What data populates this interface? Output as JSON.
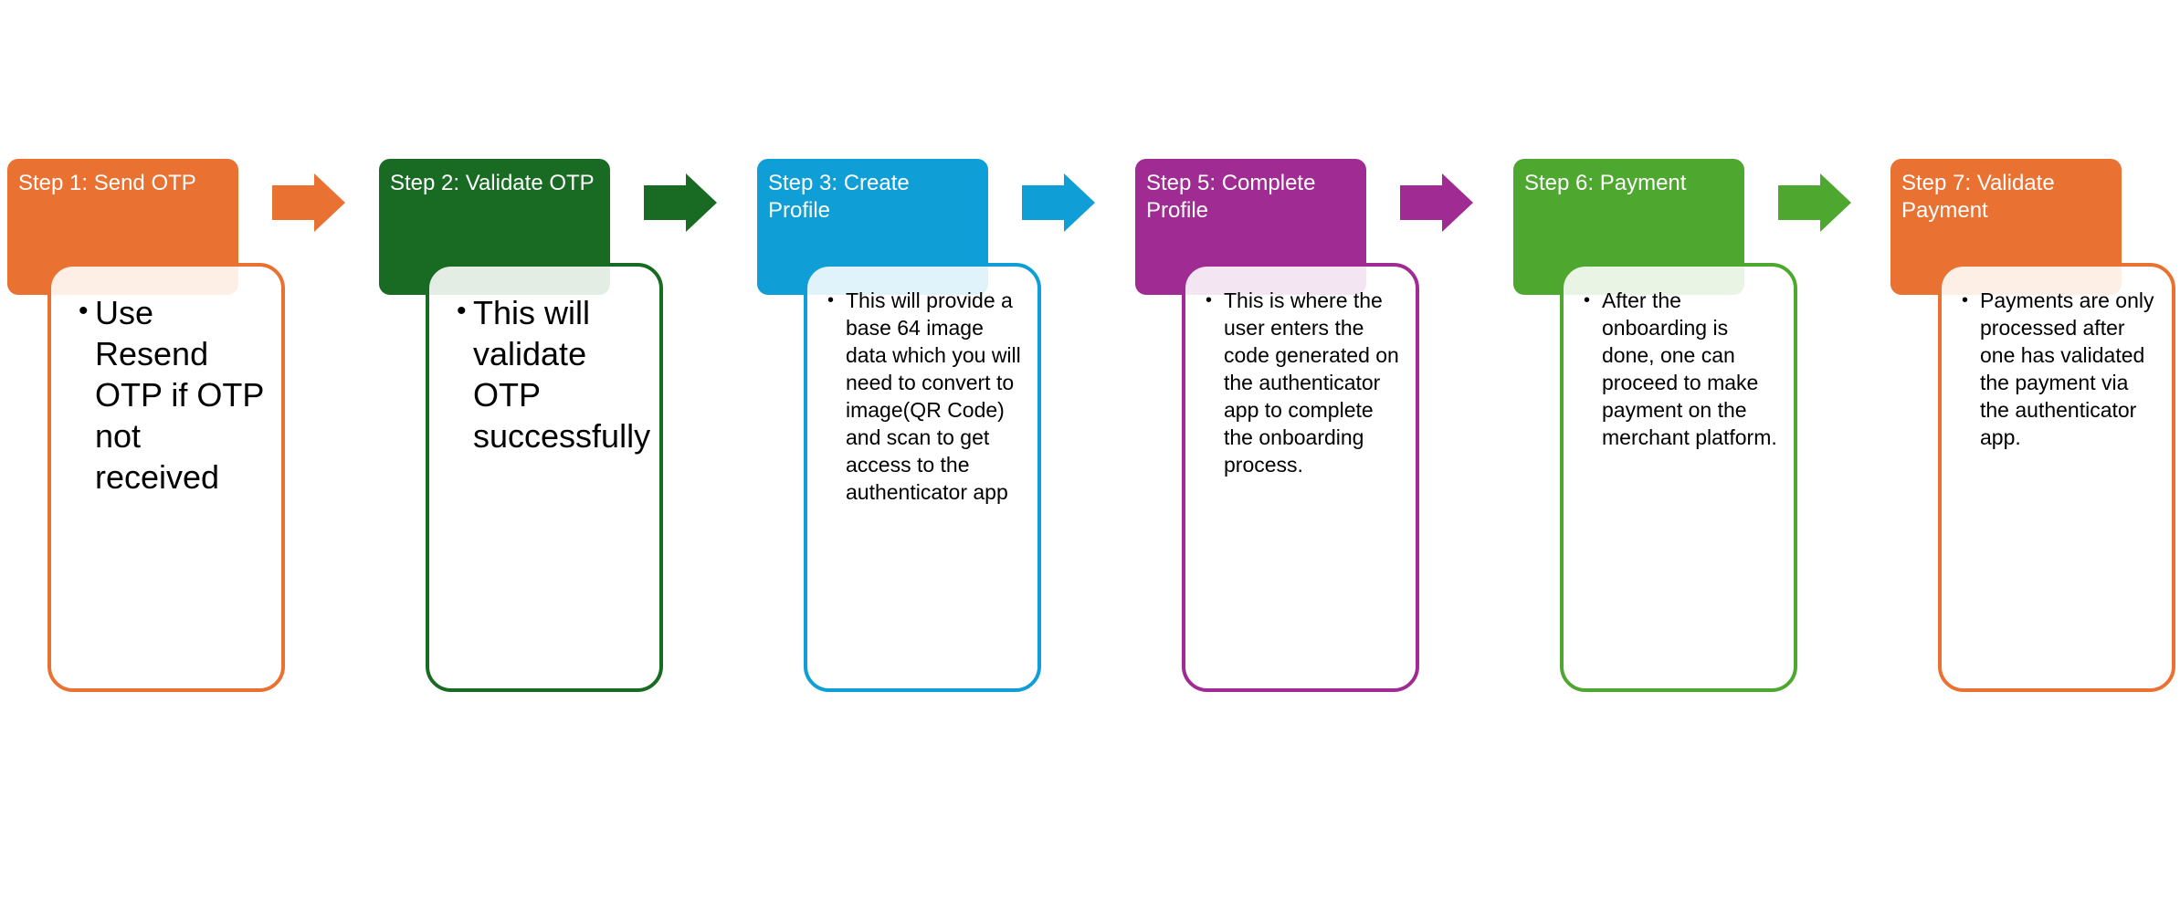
{
  "diagram": {
    "type": "process-flow",
    "steps": [
      {
        "title": "Step 1: Send OTP",
        "color": "#E97132",
        "text_size": "large",
        "bullets": [
          "Use Resend OTP if OTP not received"
        ]
      },
      {
        "title": "Step 2: Validate OTP",
        "color": "#196B24",
        "text_size": "large",
        "bullets": [
          "This will validate OTP successfully"
        ]
      },
      {
        "title": "Step 3: Create Profile",
        "color": "#0F9ED5",
        "text_size": "small",
        "bullets": [
          "This will provide a base 64 image data which you will need to convert to image(QR Code) and scan to get access to the authenticator app"
        ]
      },
      {
        "title": "Step 5: Complete Profile",
        "color": "#A02B93",
        "text_size": "small",
        "bullets": [
          "This is where the user enters the code generated on the authenticator app to complete the onboarding process."
        ]
      },
      {
        "title": "Step 6: Payment",
        "color": "#4EA72E",
        "text_size": "small",
        "bullets": [
          "After the onboarding is done, one can proceed to make payment on the merchant platform."
        ]
      },
      {
        "title": "Step 7: Validate Payment",
        "color": "#E97132",
        "text_size": "small",
        "bullets": [
          "Payments are only processed after one has validated the payment via the authenticator app."
        ]
      }
    ],
    "arrows": [
      {
        "from": 1,
        "to": 2,
        "color": "#E97132",
        "icon": "right-arrow-icon"
      },
      {
        "from": 2,
        "to": 3,
        "color": "#196B24",
        "icon": "right-arrow-icon"
      },
      {
        "from": 3,
        "to": 5,
        "color": "#0F9ED5",
        "icon": "right-arrow-icon"
      },
      {
        "from": 5,
        "to": 6,
        "color": "#A02B93",
        "icon": "right-arrow-icon"
      },
      {
        "from": 6,
        "to": 7,
        "color": "#4EA72E",
        "icon": "right-arrow-icon"
      }
    ],
    "bullet_glyph": "•"
  }
}
